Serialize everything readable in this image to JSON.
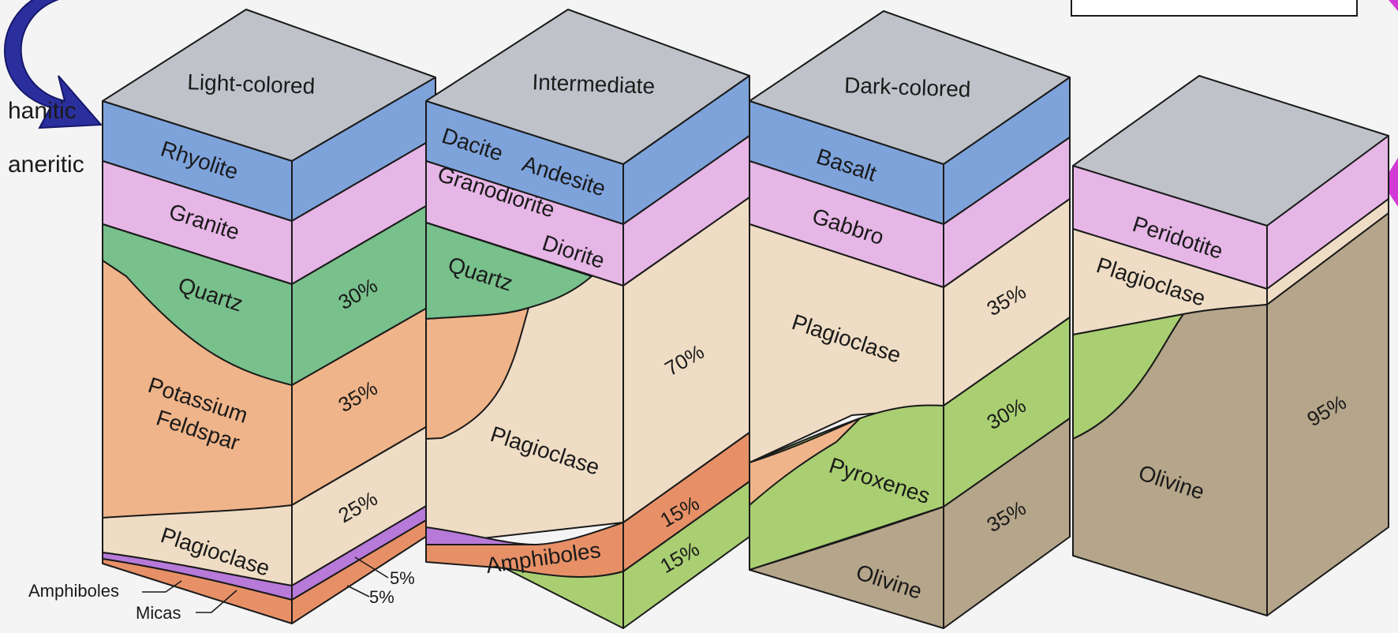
{
  "colors": {
    "background": "#f4f4f4",
    "top": "#bfc3c9",
    "volcanic": "#7ea3db",
    "plutonic": "#e6b6e6",
    "quartz": "#78c08c",
    "potassium_feldspar": "#efb489",
    "plagioclase": "#efdcc4",
    "amphiboles": "#e79067",
    "micas": "#b77ad8",
    "pyroxenes": "#a9cf72",
    "olivine": "#b5a58a",
    "arrow_blue": "#2b2f9e",
    "arrow_magenta": "#d23ad6"
  },
  "side_labels": {
    "texture_1": "hanitic",
    "texture_2": "aneritic"
  },
  "blocks": [
    {
      "category": "Light-colored",
      "volcanic_rock": "Rhyolite",
      "plutonic_rock": "Granite",
      "minerals": {
        "quartz": "Quartz",
        "potassium_feldspar_1": "Potassium",
        "potassium_feldspar_2": "Feldspar",
        "plagioclase": "Plagioclase"
      },
      "percentages": {
        "quartz": "30%",
        "potassium_feldspar": "35%",
        "plagioclase": "25%",
        "micas": "5%",
        "amphiboles": "5%"
      },
      "callouts": {
        "amphiboles": "Amphiboles",
        "micas": "Micas"
      }
    },
    {
      "category": "Intermediate",
      "volcanic_rock_1": "Dacite",
      "volcanic_rock_2": "Andesite",
      "plutonic_rock_1": "Granodiorite",
      "plutonic_rock_2": "Diorite",
      "minerals": {
        "quartz": "Quartz",
        "plagioclase": "Plagioclase",
        "amphiboles": "Amphiboles"
      },
      "percentages": {
        "plagioclase": "70%",
        "amphiboles": "15%",
        "pyroxenes": "15%"
      }
    },
    {
      "category": "Dark-colored",
      "volcanic_rock": "Basalt",
      "plutonic_rock": "Gabbro",
      "minerals": {
        "plagioclase": "Plagioclase",
        "pyroxenes": "Pyroxenes",
        "olivine": "Olivine"
      },
      "percentages": {
        "plagioclase": "35%",
        "pyroxenes": "30%",
        "olivine": "35%"
      }
    },
    {
      "category": "",
      "plutonic_rock": "Peridotite",
      "minerals": {
        "plagioclase": "Plagioclase",
        "olivine": "Olivine"
      },
      "percentages": {
        "olivine": "95%"
      }
    }
  ]
}
